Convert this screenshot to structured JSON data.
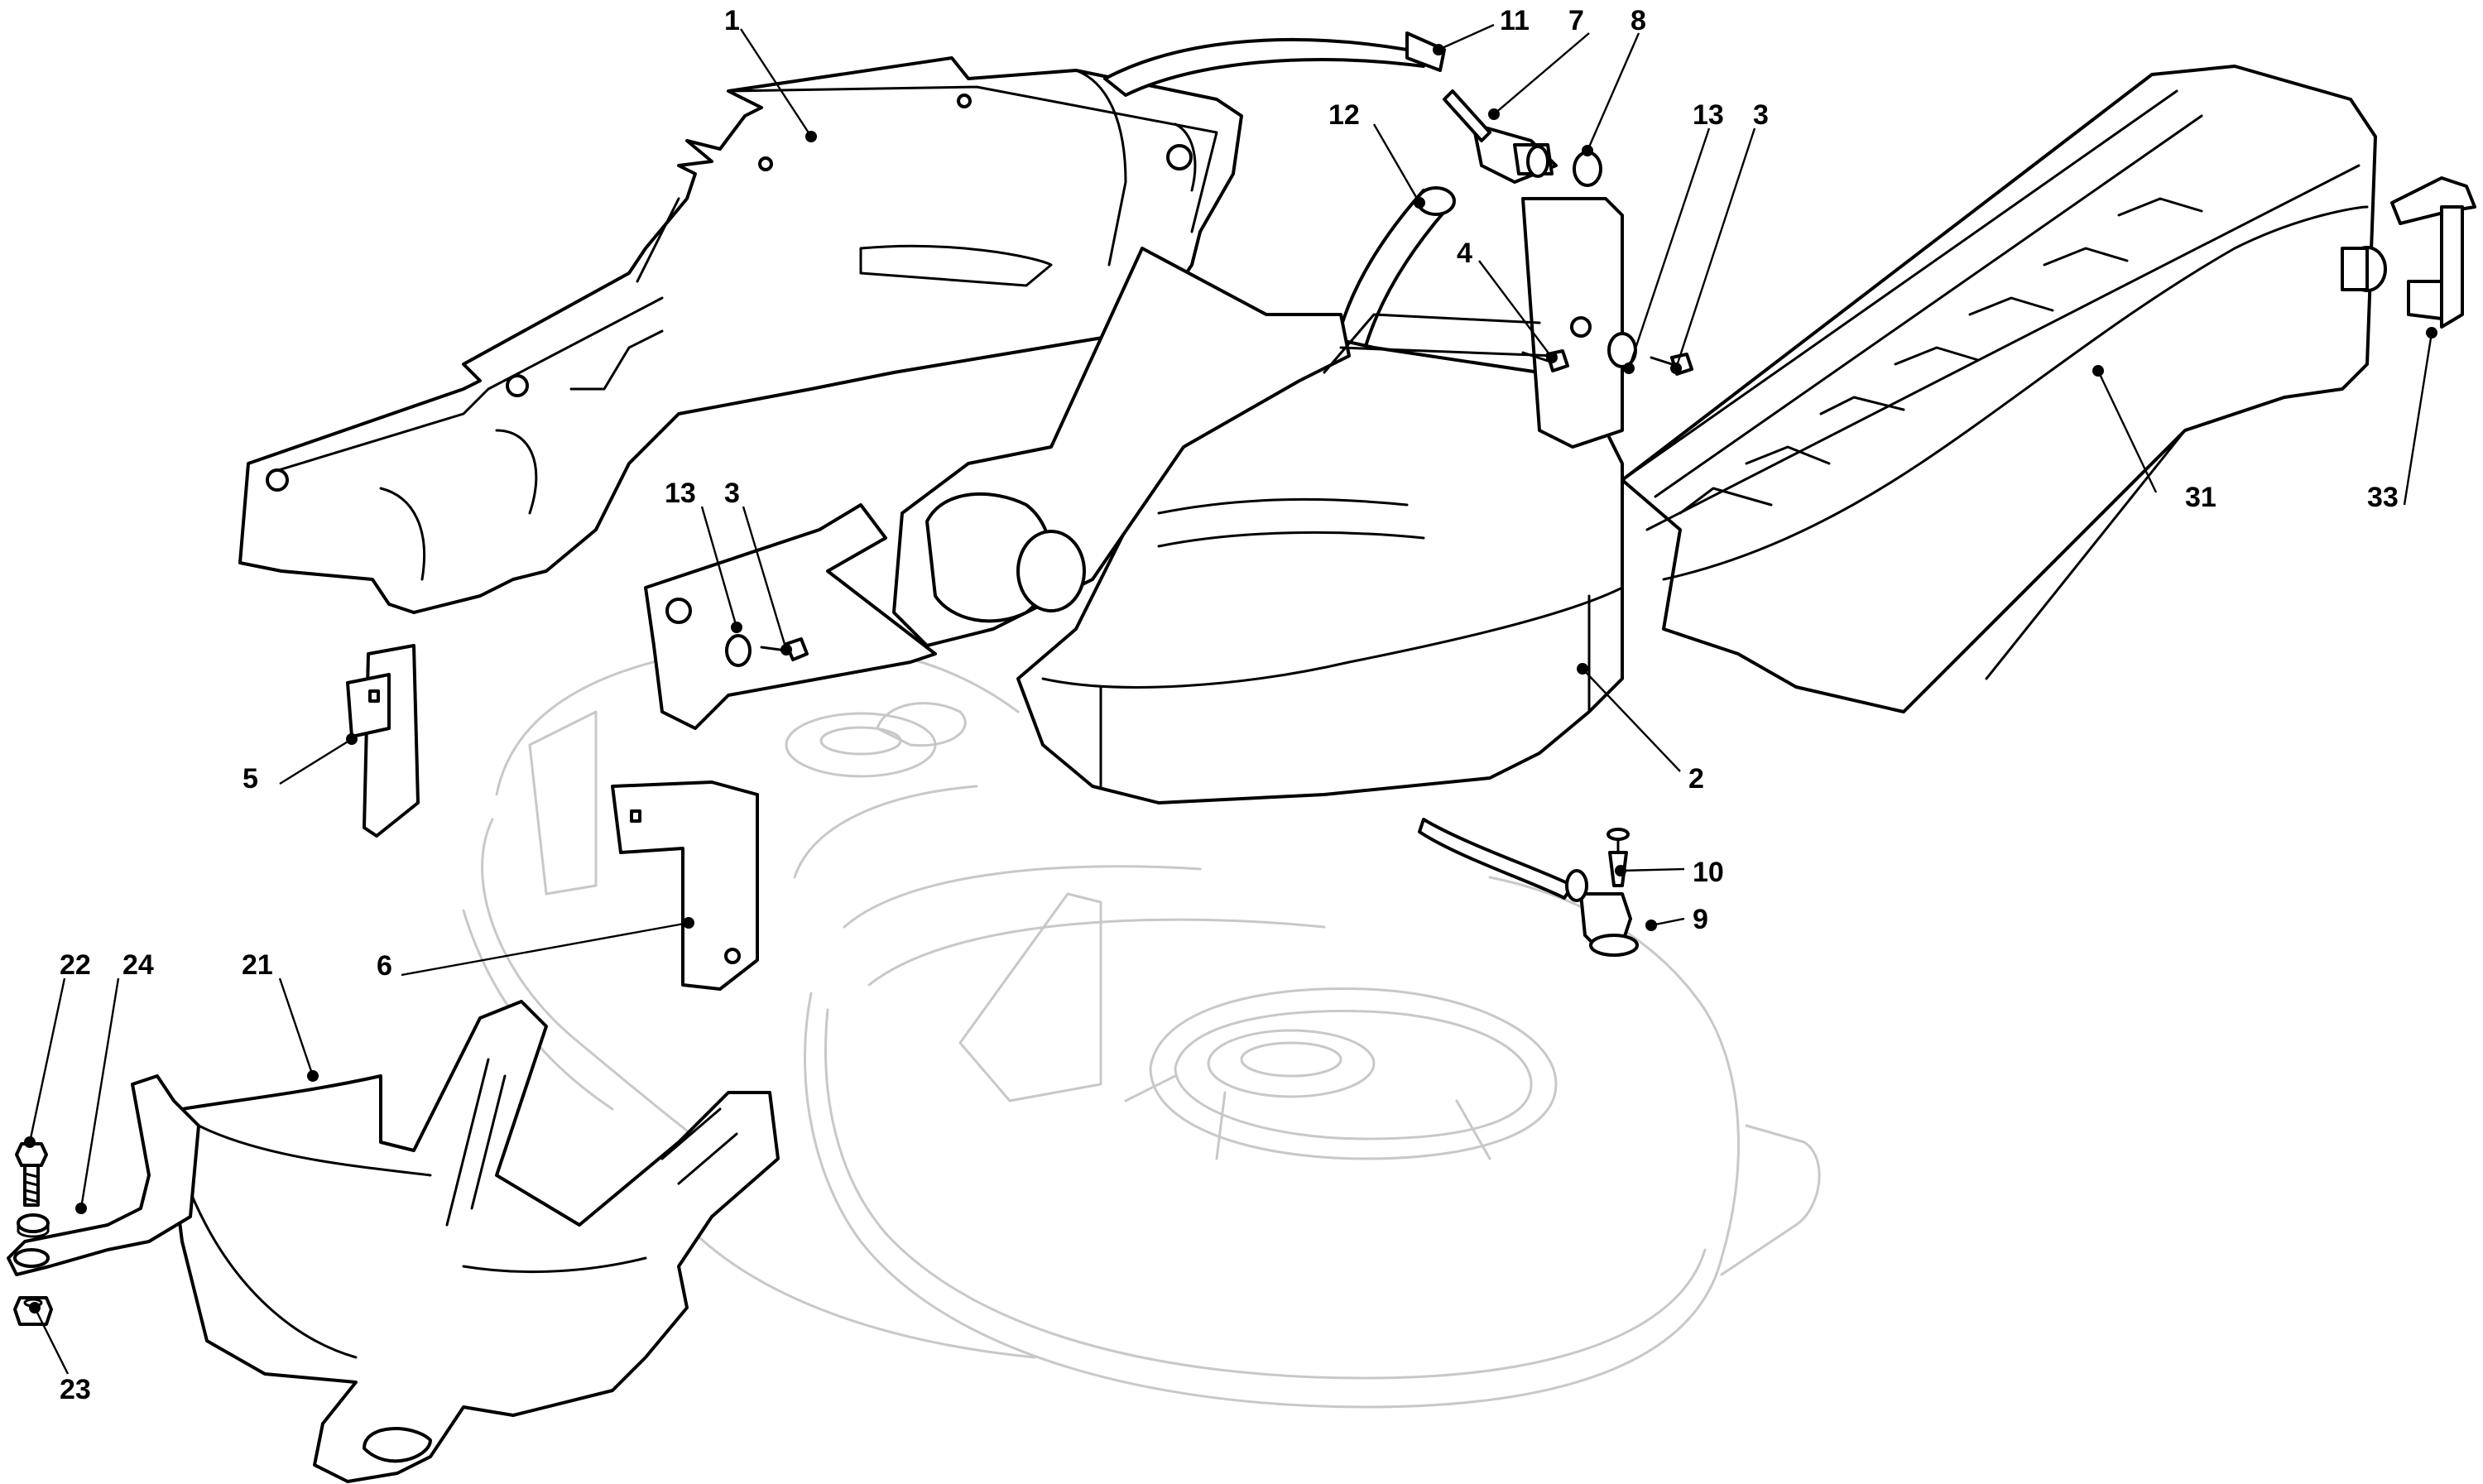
{
  "callouts": [
    {
      "id": "c1",
      "label": "1"
    },
    {
      "id": "c11",
      "label": "11"
    },
    {
      "id": "c7",
      "label": "7"
    },
    {
      "id": "c8",
      "label": "8"
    },
    {
      "id": "c12",
      "label": "12"
    },
    {
      "id": "c13a",
      "label": "13"
    },
    {
      "id": "c3a",
      "label": "3"
    },
    {
      "id": "c4",
      "label": "4"
    },
    {
      "id": "c13b",
      "label": "13"
    },
    {
      "id": "c3b",
      "label": "3"
    },
    {
      "id": "c31",
      "label": "31"
    },
    {
      "id": "c33",
      "label": "33"
    },
    {
      "id": "c2",
      "label": "2"
    },
    {
      "id": "c5",
      "label": "5"
    },
    {
      "id": "c6",
      "label": "6"
    },
    {
      "id": "c10",
      "label": "10"
    },
    {
      "id": "c9",
      "label": "9"
    },
    {
      "id": "c22",
      "label": "22"
    },
    {
      "id": "c24",
      "label": "24"
    },
    {
      "id": "c21",
      "label": "21"
    },
    {
      "id": "c23",
      "label": "23"
    }
  ]
}
